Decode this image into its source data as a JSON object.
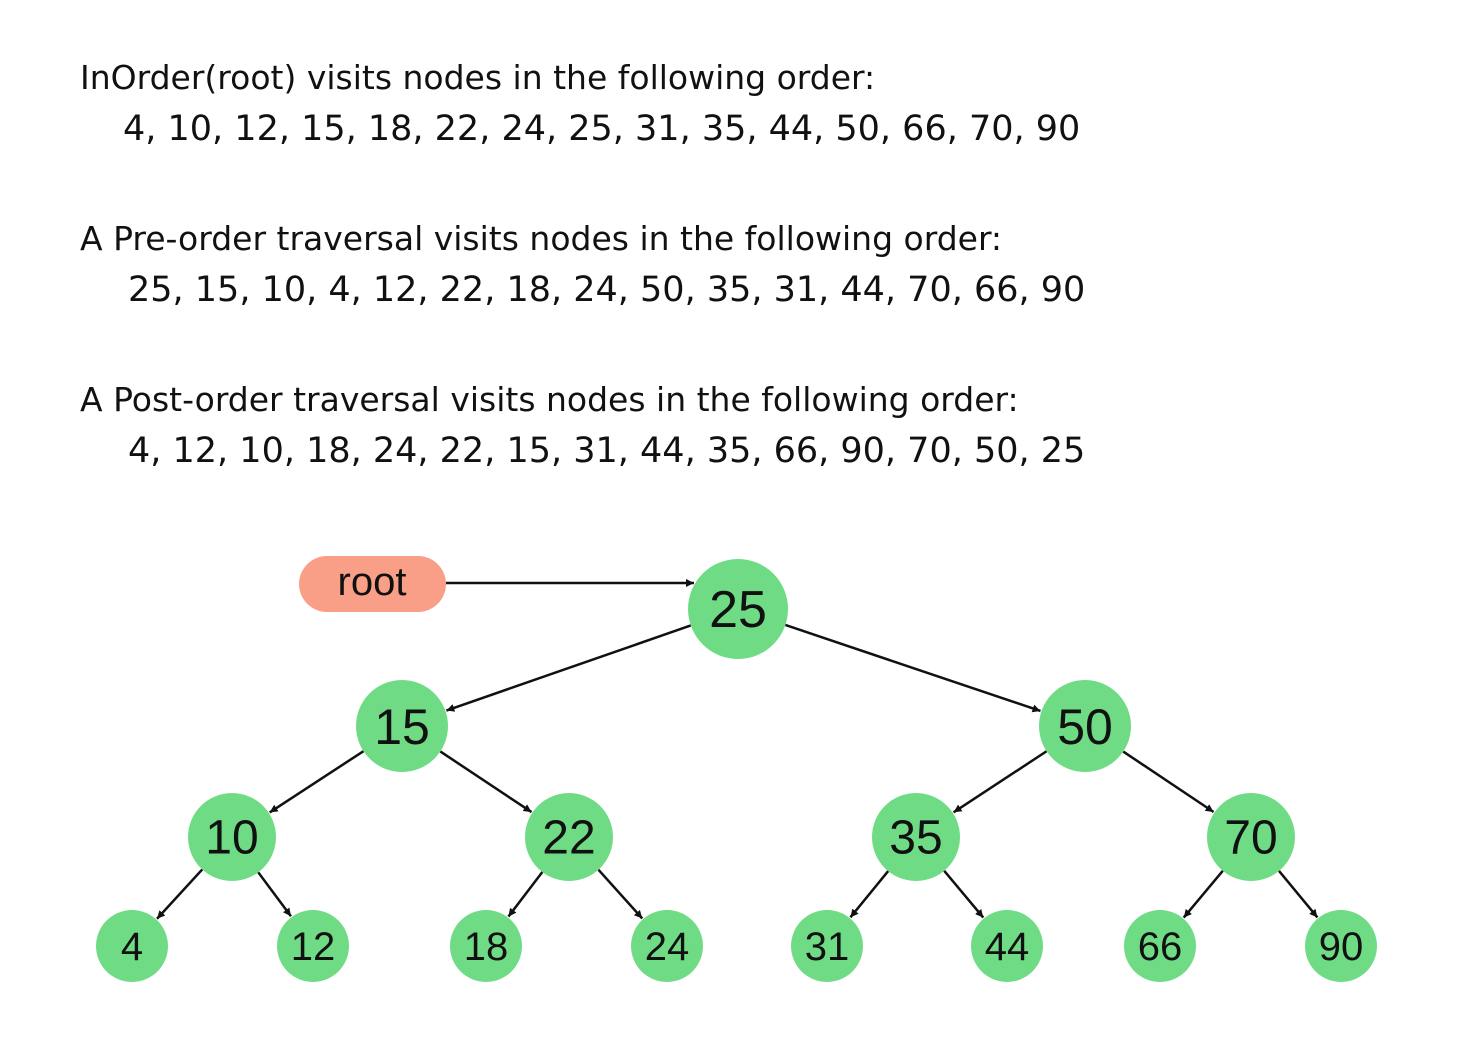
{
  "traversals": {
    "inorder": {
      "caption": "InOrder(root) visits nodes in the following order:",
      "sequence": "4, 10, 12, 15, 18, 22, 24, 25, 31, 35, 44, 50, 66, 70, 90"
    },
    "preorder": {
      "caption": "A Pre-order traversal visits nodes in the following order:",
      "sequence": "25, 15, 10, 4, 12, 22, 18, 24, 50, 35, 31, 44, 70, 66, 90"
    },
    "postorder": {
      "caption": "A Post-order traversal visits nodes in the following order:",
      "sequence": "4, 12, 10, 18, 24, 22, 15, 31, 44, 35, 66, 90, 70, 50, 25"
    }
  },
  "tree": {
    "root_label": "root",
    "root_pointer_color": "#fa9f87",
    "node_color": "#6fdc85",
    "root": {
      "value": "25",
      "left": {
        "value": "15",
        "left": {
          "value": "10",
          "left": {
            "value": "4"
          },
          "right": {
            "value": "12"
          }
        },
        "right": {
          "value": "22",
          "left": {
            "value": "18"
          },
          "right": {
            "value": "24"
          }
        }
      },
      "right": {
        "value": "50",
        "left": {
          "value": "35",
          "left": {
            "value": "31"
          },
          "right": {
            "value": "44"
          }
        },
        "right": {
          "value": "70",
          "left": {
            "value": "66"
          },
          "right": {
            "value": "90"
          }
        }
      }
    }
  }
}
